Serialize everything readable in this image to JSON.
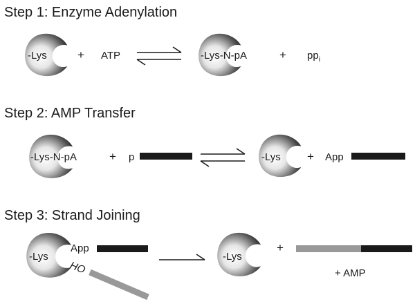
{
  "colors": {
    "enzyme_light": "#ffffff",
    "enzyme_dark": "#111111",
    "dna_black": "#1a1a1a",
    "dna_gray": "#999999",
    "text": "#1a1a1a"
  },
  "step1": {
    "title": "Step 1: Enzyme Adenylation",
    "enzyme_left_label": "-Lys",
    "plus1": "+",
    "atp": "ATP",
    "enzyme_right_label": "-Lys-N-pA",
    "plus2": "+",
    "ppi_main": "pp",
    "ppi_sub": "i"
  },
  "step2": {
    "title": "Step 2: AMP Transfer",
    "enzyme_left_label": "-Lys-N-pA",
    "plus1": "+",
    "p_label": "p",
    "enzyme_right_label": "-Lys",
    "plus2": "+",
    "app_label": "App"
  },
  "step3": {
    "title": "Step 3: Strand Joining",
    "enzyme_left_label": "-Lys",
    "app_label": "App",
    "ho_label": "HO",
    "enzyme_right_label": "-Lys",
    "plus": "+",
    "amp_label": "+ AMP"
  },
  "icons": {
    "enzyme": "ligase-enzyme-icon",
    "equilibrium": "equilibrium-arrow-icon",
    "forward": "forward-arrow-icon"
  }
}
